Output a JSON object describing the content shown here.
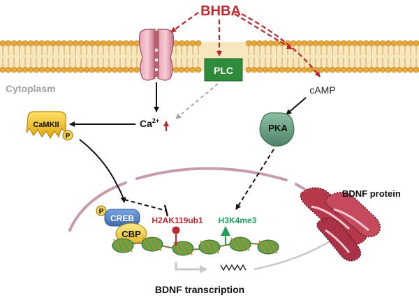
{
  "labels": {
    "bhba": "BHBA",
    "plc": "PLC",
    "cytoplasm": "Cytoplasm",
    "camp": "cAMP",
    "ca": "Ca",
    "ca_sup": "2+",
    "camkii": "CaMKII",
    "phospho": "P",
    "pka": "PKA",
    "creb": "CREB",
    "cbp": "CBP",
    "h2ak119ub1": "H2AK119ub1",
    "h3k4me3": "H3K4me3",
    "bdnf_protein": "BDNF protein",
    "bdnf_transcription": "BDNF transcription"
  },
  "colors": {
    "bhba": "#c0272d",
    "bhba_arrows": "#b8262b",
    "membrane_head": "#e8a93a",
    "membrane_tail": "#d9a14a",
    "membrane_band": "#f6e7bf",
    "channel": "#d98a9e",
    "channel_dark": "#b5616f",
    "plc_fill": "#2e8b3a",
    "cytoplasm_text": "#a0a0a0",
    "camkii": "#f4c21a",
    "pka": "#6fa084",
    "creb": "#4f7fc4",
    "cbp": "#f2d24f",
    "nucleus": "#c79ab0",
    "nucleosome": "#5da34a",
    "h2ak": "#c0272d",
    "h3k4": "#1f9e5a",
    "mito": "#b5384b",
    "gray_arrow": "#a0a0a0",
    "black": "#111111"
  },
  "icons": [
    "ion-channel-icon",
    "plc-enzyme-icon",
    "camkii-kinase-icon",
    "pka-kinase-icon",
    "creb-cbp-complex-icon",
    "nucleosome-icon",
    "mrna-icon",
    "mitochondria-icon"
  ]
}
